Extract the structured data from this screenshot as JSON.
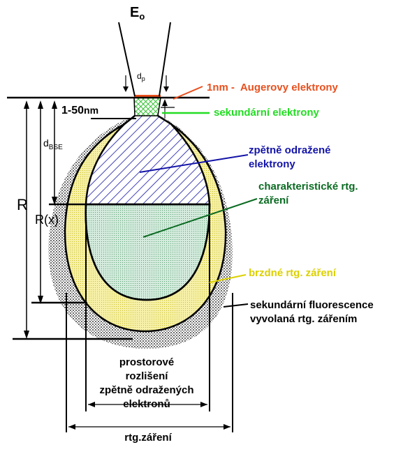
{
  "labels": {
    "beam": "E",
    "beam_sub": "o",
    "probe_diameter": "d",
    "probe_diameter_sub": "p",
    "auger_depth": "1nm",
    "auger_dash": "-",
    "auger": "Augerovy elektrony",
    "secondary_depth": "1-50",
    "secondary_depth_unit": "nm",
    "secondary": "sekundární elektrony",
    "dbse": "d",
    "dbse_sub": "BSE",
    "backscattered_line1": "zpětně odražené",
    "backscattered_line2": "elektrony",
    "characteristic_line1": "charakteristické rtg.",
    "characteristic_line2": "záření",
    "R": "R",
    "Rx": "R(x)",
    "bremsstrahlung": "brzdné rtg. záření",
    "fluorescence_line1": "sekundární fluorescence",
    "fluorescence_line2": "vyvolaná rtg. zářením",
    "resolution_line1": "prostorové",
    "resolution_line2": "rozlišení",
    "resolution_line3": "zpětně odražených",
    "resolution_line4": "elektronů",
    "xray_resolution": "rtg.záření"
  },
  "colors": {
    "auger": "#e8501e",
    "secondary": "#22dd22",
    "backscattered": "#1414a8",
    "characteristic": "#0b6b22",
    "characteristic_fill": "#cfe8da",
    "bremsstrahlung": "#dcd000",
    "bremsstrahlung_fill": "#f6f0a8",
    "outline": "#000000"
  }
}
